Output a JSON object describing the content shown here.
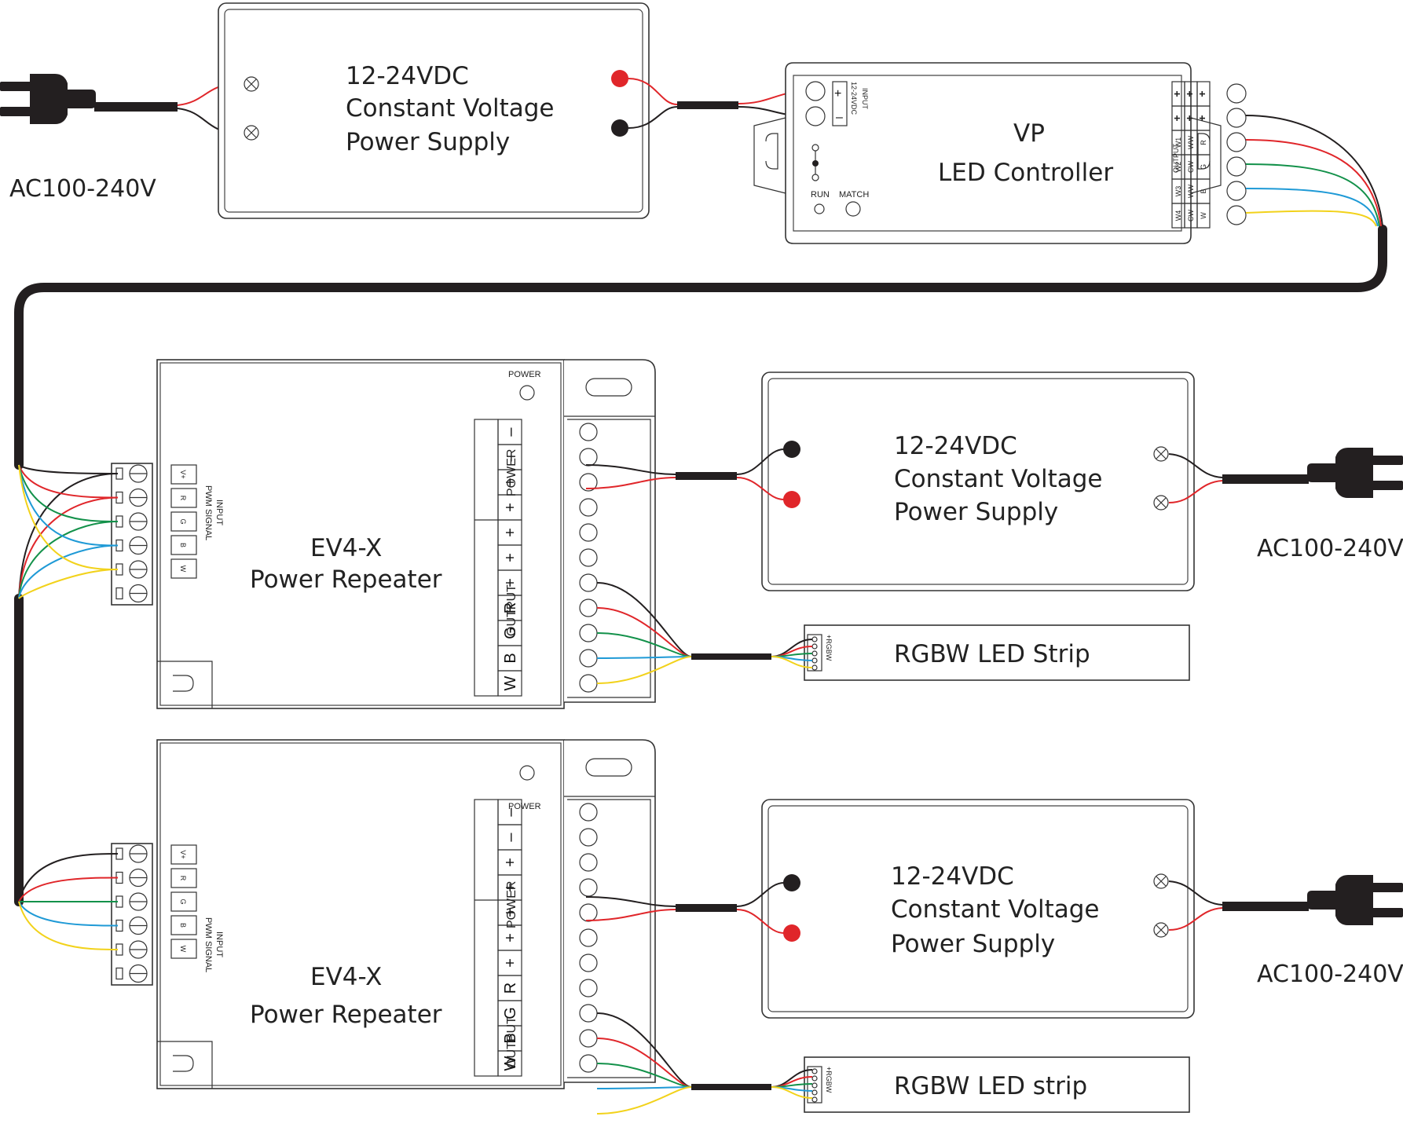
{
  "ac_source_label": "AC100-240V",
  "power_supply": {
    "line1": "12-24VDC",
    "line2": "Constant Voltage",
    "line3": "Power Supply"
  },
  "controller": {
    "title": "VP",
    "subtitle": "LED Controller",
    "input_label": "INPUT",
    "input_voltage": "12-24VDC",
    "run_label": "RUN",
    "match_label": "MATCH",
    "output_label": "OUTPUT",
    "terminal_rows": [
      [
        "+",
        "+",
        "+"
      ],
      [
        "+",
        "+",
        "+"
      ],
      [
        "W1",
        "WW",
        "R"
      ],
      [
        "W2",
        "CW",
        "G"
      ],
      [
        "W3",
        "WW",
        "B"
      ],
      [
        "W4",
        "CW",
        "W"
      ]
    ]
  },
  "repeater": {
    "title": "EV4-X",
    "subtitle": "Power Repeater",
    "power_led_label": "POWER",
    "input_label": "INPUT",
    "input_sub_label": "PWM SIGNAL",
    "input_terminals": [
      "V+",
      "R",
      "G",
      "B",
      "W"
    ],
    "power_group_label": "POWER",
    "output_group_label": "OUTPUT",
    "terminal_symbols": [
      "–",
      "–",
      "+",
      "+",
      "+",
      "+",
      "+",
      "R",
      "G",
      "B",
      "W"
    ]
  },
  "strip1": {
    "label": "RGBW LED Strip",
    "pins": "+RGBW"
  },
  "strip2": {
    "label": "RGBW LED strip",
    "pins": "+RGBW"
  },
  "colors": {
    "cable": "#231f20",
    "red": "#e0262a",
    "green": "#13914a",
    "blue": "#1f9ad6",
    "yellow": "#f2d21b",
    "black": "#231f20"
  }
}
